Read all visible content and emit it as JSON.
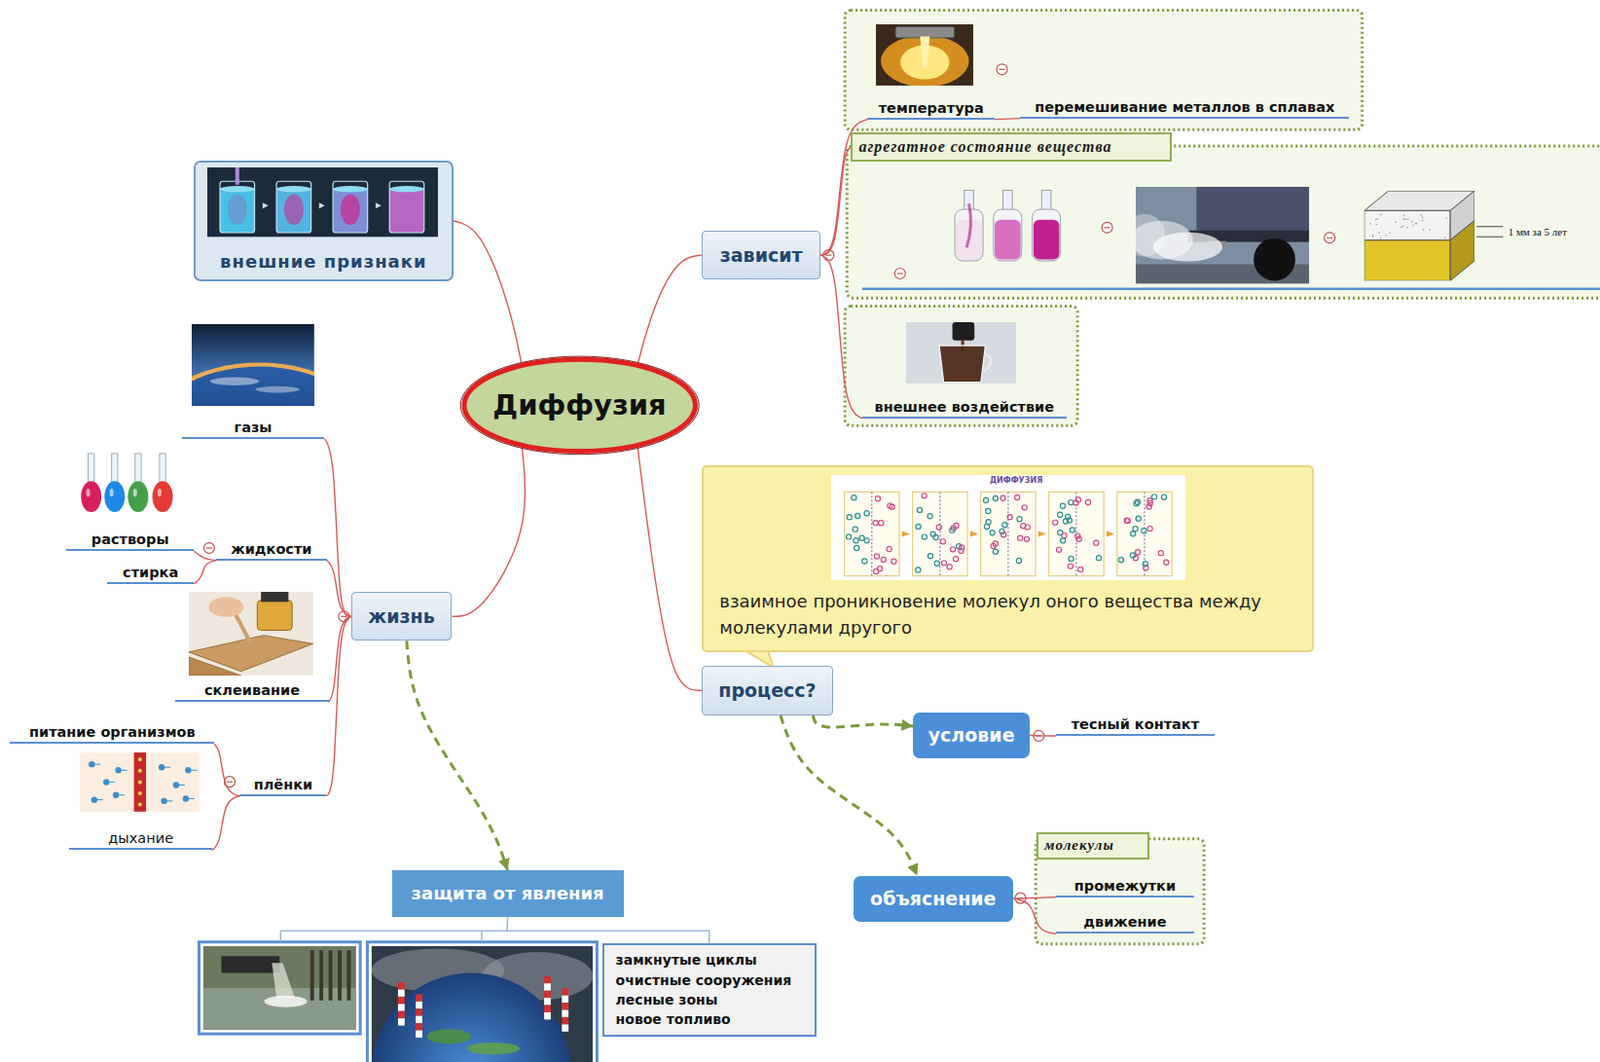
{
  "diagram": {
    "nodes": [
      {
        "text": [
          "Диффузия"
        ]
      },
      {
        "text": [
          "внешние признаки"
        ]
      },
      {
        "text": [
          "зависит"
        ]
      },
      {
        "text": [
          "температура"
        ]
      },
      {
        "text": [
          "перемешивание металлов в сплавах"
        ]
      },
      {
        "text": [
          "агрегатное состояние вещества"
        ]
      },
      {
        "text": [
          "внешнее воздействие"
        ]
      },
      {
        "text": [
          "жизнь"
        ]
      },
      {
        "text": [
          "газы"
        ]
      },
      {
        "text": [
          "жидкости"
        ]
      },
      {
        "text": [
          "растворы"
        ]
      },
      {
        "text": [
          "стирка"
        ]
      },
      {
        "text": [
          "склеивание"
        ]
      },
      {
        "text": [
          "плёнки"
        ]
      },
      {
        "text": [
          "питание организмов"
        ]
      },
      {
        "text": [
          "дыхание"
        ]
      },
      {
        "text": [
          "защита от явления"
        ]
      },
      {
        "text": [
          "замкнутые циклы",
          "очистные сооружения",
          "лесные зоны",
          "новое топливо"
        ]
      },
      {
        "text": [
          "процесс?"
        ]
      },
      {
        "text": [
          "взаимное проникновение молекул оного вещества между молекулами другого"
        ]
      },
      {
        "text": [
          "условие"
        ]
      },
      {
        "text": [
          "тесный контакт"
        ]
      },
      {
        "text": [
          "объяснение"
        ]
      },
      {
        "text": [
          "молекулы"
        ]
      },
      {
        "text": [
          "промежутки"
        ]
      },
      {
        "text": [
          "движение"
        ]
      }
    ],
    "edges": [
      {
        "from": 0,
        "to": 1,
        "arrow": "none"
      },
      {
        "from": 0,
        "to": 2,
        "arrow": "none"
      },
      {
        "from": 2,
        "to": 3,
        "arrow": "none"
      },
      {
        "from": 3,
        "to": 4,
        "arrow": "none"
      },
      {
        "from": 2,
        "to": 5,
        "arrow": "none"
      },
      {
        "from": 2,
        "to": 6,
        "arrow": "none"
      },
      {
        "from": 0,
        "to": 7,
        "arrow": "none"
      },
      {
        "from": 7,
        "to": 8,
        "arrow": "none"
      },
      {
        "from": 7,
        "to": 9,
        "arrow": "none"
      },
      {
        "from": 9,
        "to": 10,
        "arrow": "none"
      },
      {
        "from": 9,
        "to": 11,
        "arrow": "none"
      },
      {
        "from": 7,
        "to": 12,
        "arrow": "none"
      },
      {
        "from": 7,
        "to": 13,
        "arrow": "none"
      },
      {
        "from": 13,
        "to": 14,
        "arrow": "none"
      },
      {
        "from": 13,
        "to": 15,
        "arrow": "none"
      },
      {
        "from": 7,
        "to": 16,
        "arrow": "to"
      },
      {
        "from": 16,
        "to": 17,
        "arrow": "none"
      },
      {
        "from": 0,
        "to": 18,
        "arrow": "none"
      },
      {
        "from": 18,
        "to": 20,
        "arrow": "to"
      },
      {
        "from": 20,
        "to": 21,
        "arrow": "none"
      },
      {
        "from": 18,
        "to": 22,
        "arrow": "to"
      },
      {
        "from": 22,
        "to": 24,
        "arrow": "none"
      },
      {
        "from": 22,
        "to": 25,
        "arrow": "none"
      }
    ],
    "labels": [
      "ДИФФУЗИЯ",
      "1 мм за 5 лет"
    ]
  }
}
